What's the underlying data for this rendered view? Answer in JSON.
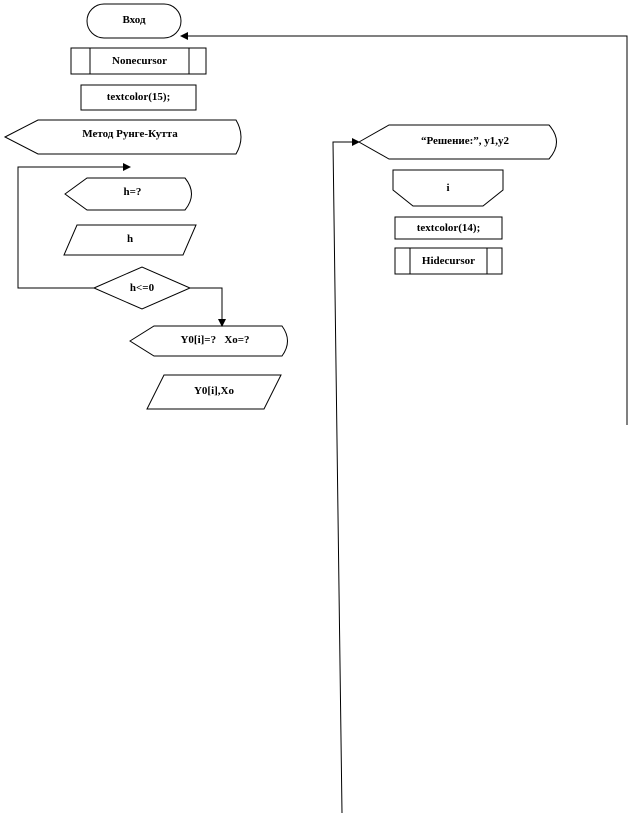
{
  "flowchart": {
    "start_label": "Вход",
    "nonecursor_label": "Nonecursor",
    "textcolor15_label": "textcolor(15);",
    "method_label": "Метод Рунге-Кутта",
    "h_prompt_label": "h=?",
    "h_input_label": "h",
    "h_check_label": "h<=0",
    "y0_prompt_label": "Y0[i]=?   Xo=?",
    "y0_input_label": "Y0[i],Xo",
    "solution_label": "“Решение:”,  y1,y2",
    "loop_label": "i",
    "textcolor14_label": "textcolor(14);",
    "hidecursor_label": "Hidecursor"
  },
  "colors": {
    "stroke": "#000000",
    "fill": "#ffffff"
  }
}
